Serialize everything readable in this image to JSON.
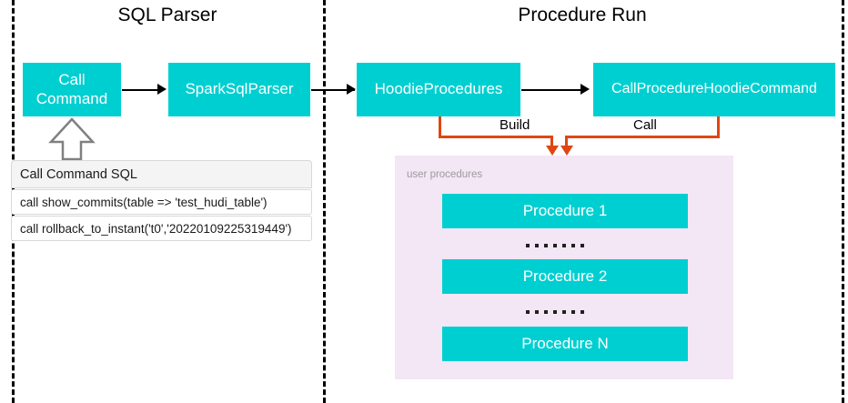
{
  "sections": [
    {
      "title": "SQL Parser"
    },
    {
      "title": "Procedure Run"
    }
  ],
  "nodes": {
    "call_command": "Call\nCommand",
    "call_command_line1": "Call",
    "call_command_line2": "Command",
    "spark_sql_parser": "SparkSqlParser",
    "hoodie_procedures": "HoodieProcedures",
    "call_procedure_hoodie_command": "CallProcedureHoodieCommand"
  },
  "connectors": [
    {
      "label": "Build",
      "color": "#E04612"
    },
    {
      "label": "Call",
      "color": "#E04612"
    }
  ],
  "sql_table": {
    "header": "Call Command SQL",
    "rows": [
      "call show_commits(table => 'test_hudi_table')",
      "call rollback_to_instant('t0','20220109225319449')"
    ]
  },
  "user_procedures_panel": {
    "caption": "user procedures",
    "items": [
      {
        "label": "Procedure 1"
      },
      {
        "label": "Procedure 2"
      },
      {
        "label": "Procedure N"
      }
    ],
    "ellipsis_dots": 7
  },
  "colors": {
    "node_fill": "#00CFD1",
    "node_text": "#FFFFFF",
    "panel_fill": "#F3E6F5",
    "connector": "#E04612",
    "divider": "#000000",
    "table_header_fill": "#F4F4F4"
  }
}
